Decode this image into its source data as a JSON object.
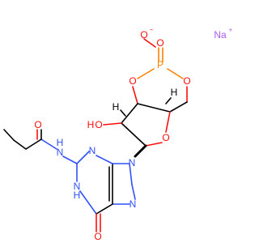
{
  "molecule": {
    "colors": {
      "carbon_bond": "#000000",
      "oxygen": "#ff0d0d",
      "nitrogen": "#3050f8",
      "phosphorus": "#ff8000",
      "sodium": "#ab5cf2"
    },
    "atom_labels": {
      "oxo_p_o": "O",
      "p_o_minus_o": "O",
      "minus": "−",
      "phosphorus": "P",
      "sodium": "Na",
      "plus": "+",
      "ring_o_left": "O",
      "ring_o_right": "O",
      "sugar_o": "O",
      "hydroxyl_o": "O",
      "hydroxyl_h": "H",
      "n_imidazole": "N",
      "n_pyrimidine_top": "N",
      "n_imidazole_bottom": "N",
      "amide_n": "N",
      "amide_n_h": "H",
      "amide_o": "O",
      "n1": "N",
      "n1_h": "H",
      "carbonyl_o": "O",
      "stereo_h_left": "H",
      "stereo_h_right": "H"
    }
  }
}
